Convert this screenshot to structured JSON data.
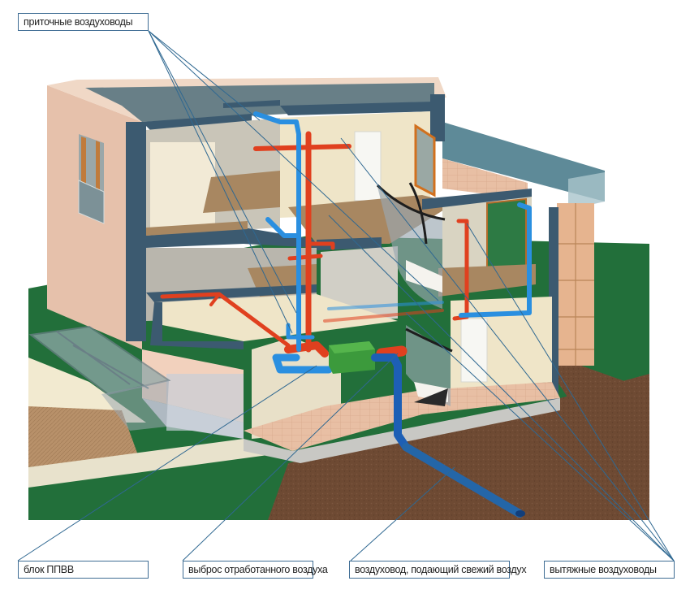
{
  "diagram": {
    "subject": "house ventilation system with heat recovery (cutaway)",
    "colors": {
      "supply_duct": "#2a8fe0",
      "exhaust_duct": "#e0401f",
      "unit": "#3c9a3c",
      "fresh_air_intake": "#1d5fb5",
      "leader_line": "#2f6891",
      "label_border": "#3f6d94",
      "grass": "#226f3a",
      "soil": "#6e4a33",
      "wall_dark": "#3c5a70",
      "facade": "#e6c1ab"
    },
    "labels": {
      "supply_ducts": "приточные воздуховоды",
      "ppvv_unit": "блок ППВВ",
      "exhaust_air_outlet": "выброс отработанного воздуха",
      "fresh_air_duct": "воздуховод, подающий свежий воздух",
      "extract_ducts": "вытяжные воздуховоды"
    }
  }
}
